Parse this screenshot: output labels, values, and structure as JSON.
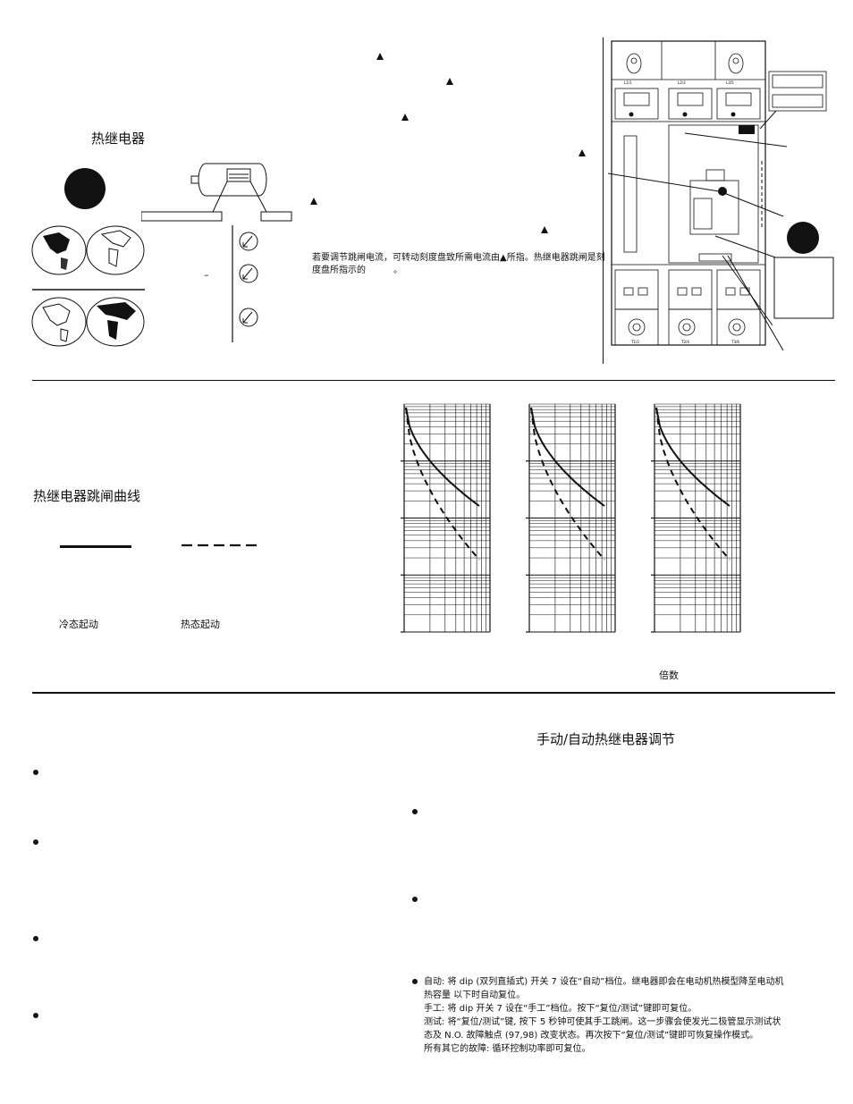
{
  "section1": {
    "heading": "热继电器",
    "adjust_text_line1": "若要调节跳闸电流，可转动刻度盘致所需电流由▲所指。热继电器跳闸是刻",
    "adjust_text_line2": "度盘所指示的",
    "adjust_text_line2_end": "。",
    "minus": "–"
  },
  "section2": {
    "heading": "热继电器跳闸曲线",
    "cold_start": "冷态起动",
    "hot_start": "热态起动",
    "x_axis_label": "倍数"
  },
  "section3": {
    "heading": "手动/自动热继电器调节",
    "auto_lines": [
      "自动:  将 dip (双列直插式) 开关 7 设在“自动”档位。继电器即会在电动机热模型降至电动机",
      "热容量         以下时自动复位。",
      "手工:  将 dip 开关 7 设在“手工”档位。按下“复位/测试”键即可复位。",
      "测试:  将“复位/测试”键, 按下 5 秒钟可使其手工跳闸。这一步骤会使发光二极管显示测试状",
      "态及 N.O. 故障触点 (97,98) 改变状态。再次按下“复位/测试”键即可恢复操作模式。",
      "所有其它的故障:  循环控制功率即可复位。"
    ]
  },
  "device_labels": {
    "bottom": [
      "T1/2",
      "T2/4",
      "T3/6"
    ],
    "top": [
      "L1/1",
      "L2/3",
      "L3/5"
    ]
  },
  "chart_data": [
    {
      "type": "line",
      "title": "",
      "xlabel": "倍数",
      "ylabel": "",
      "scale": "log-log",
      "series": [
        {
          "style": "solid"
        },
        {
          "style": "dashed"
        }
      ]
    },
    {
      "type": "line",
      "title": "",
      "xlabel": "倍数",
      "ylabel": "",
      "scale": "log-log",
      "series": [
        {
          "style": "solid"
        },
        {
          "style": "dashed"
        }
      ]
    },
    {
      "type": "line",
      "title": "",
      "xlabel": "倍数",
      "ylabel": "",
      "scale": "log-log",
      "series": [
        {
          "style": "solid"
        },
        {
          "style": "dashed"
        }
      ]
    }
  ]
}
